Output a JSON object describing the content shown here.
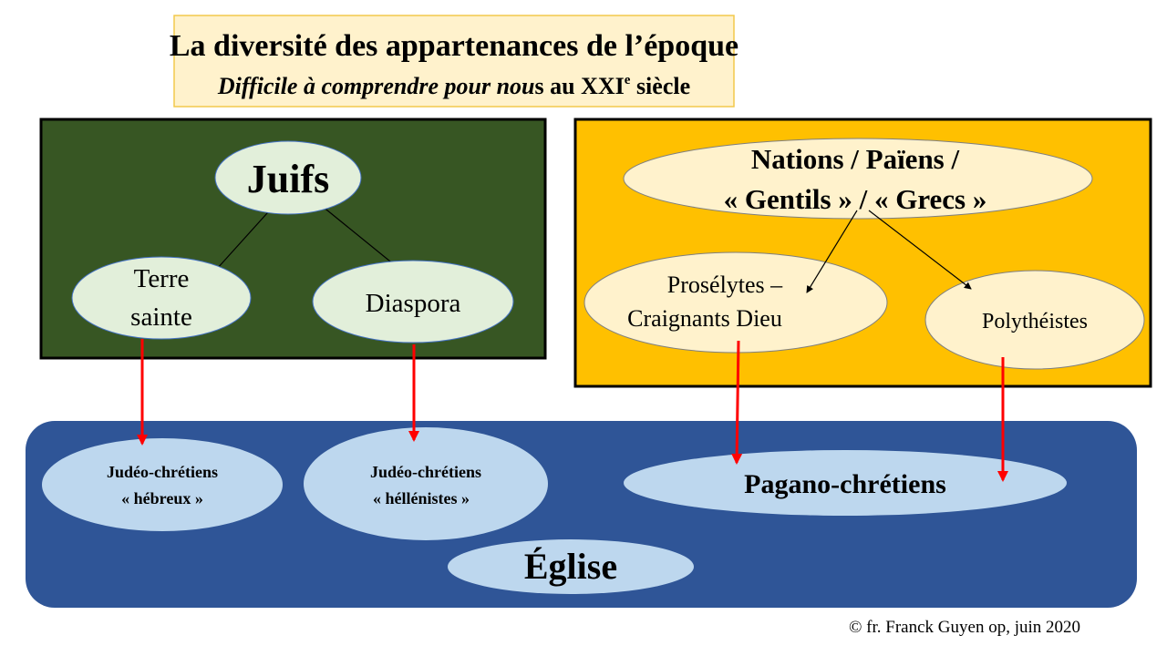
{
  "title": {
    "main": "La diversité des appartenances de l’époque",
    "subtitle_italic": "Difficile à comprendre pour nou",
    "subtitle_rest": "s au XXI",
    "subtitle_sup": "e",
    "subtitle_end": " siècle"
  },
  "jews": {
    "root": "Juifs",
    "terre_line1": "Terre",
    "terre_line2": "sainte",
    "diaspora": "Diaspora"
  },
  "nations": {
    "line1": "Nations / Païens /",
    "line2": "« Gentils » / « Grecs »",
    "proselytes_line1": "Prosélytes –",
    "proselytes_line2": "Craignants Dieu",
    "polytheists": "Polythéistes"
  },
  "church": {
    "hebrews_line1": "Judéo-chrétiens",
    "hebrews_line2": "« hébreux »",
    "hellenists_line1": "Judéo-chrétiens",
    "hellenists_line2": "« héllénistes »",
    "pagano": "Pagano-chrétiens",
    "eglise": "Église"
  },
  "copyright": "© fr. Franck Guyen op, juin 2020",
  "colors": {
    "green_box": "#375623",
    "yellow_box": "#ffc000",
    "blue_box": "#2f5597",
    "light_green": "#e2efda",
    "cream": "#fff2cc",
    "light_blue": "#bdd7ee",
    "red_arrow": "#ff0000"
  }
}
